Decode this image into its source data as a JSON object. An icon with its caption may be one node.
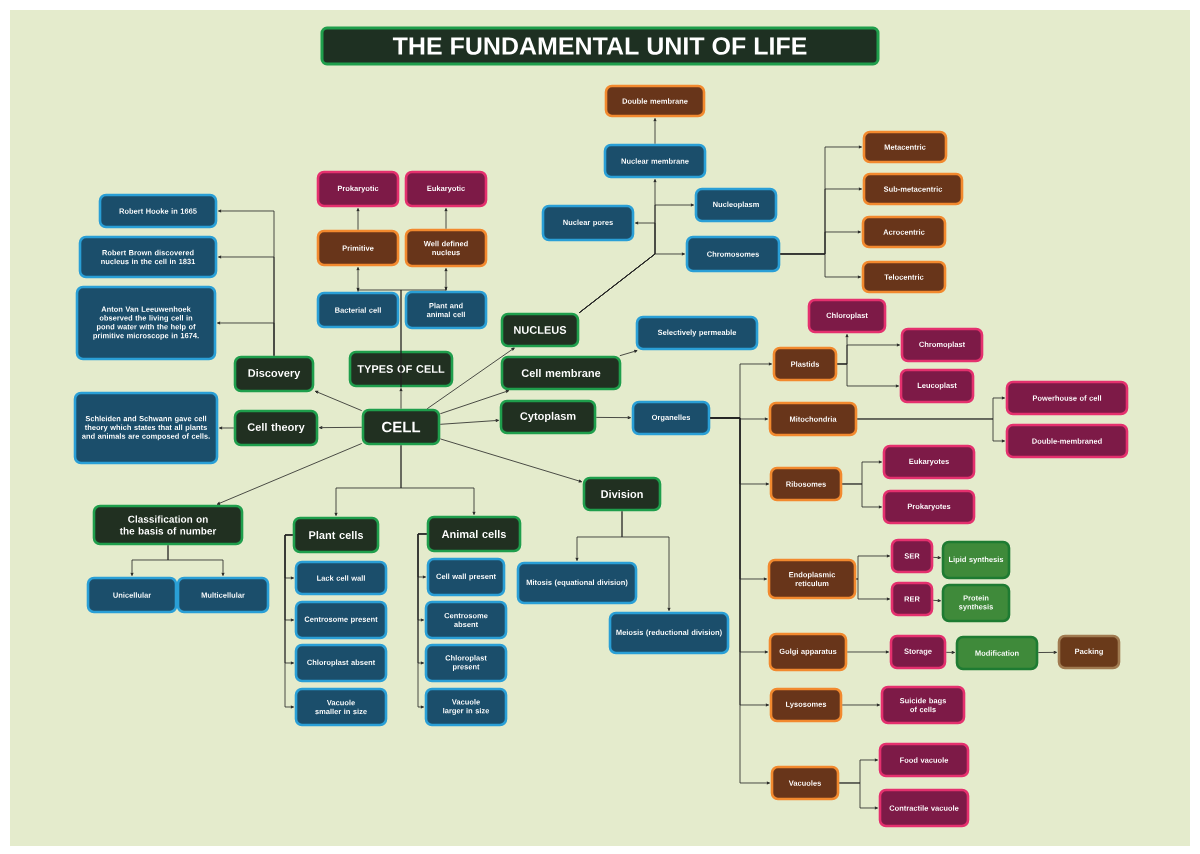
{
  "diagram": {
    "title": "THE FUNDAMENTAL UNIT OF LIFE",
    "nodes": [
      {
        "text": [
          "CELL"
        ]
      },
      {
        "text": [
          "Discovery"
        ]
      },
      {
        "text": [
          "TYPES OF CELL"
        ]
      },
      {
        "text": [
          "Cell theory"
        ]
      },
      {
        "text": [
          "NUCLEUS"
        ]
      },
      {
        "text": [
          "Cell membrane"
        ]
      },
      {
        "text": [
          "Cytoplasm"
        ]
      },
      {
        "text": [
          "Division"
        ]
      },
      {
        "text": [
          "Classification on the basis of number"
        ]
      },
      {
        "text": [
          "Plant cells"
        ]
      },
      {
        "text": [
          "Animal cells"
        ]
      },
      {
        "text": [
          "Robert Hooke in 1665"
        ]
      },
      {
        "text": [
          "Robert Brown discovered nucleus in the cell in 1831"
        ]
      },
      {
        "text": [
          "Anton Van Leeuwenhoek observed the living cell in pond water with the help of primitive microscope in 1674."
        ]
      },
      {
        "text": [
          "Schleiden and Schwann gave cell theory which states that all plants and animals are composed of cells."
        ]
      },
      {
        "text": [
          "Prokaryotic"
        ]
      },
      {
        "text": [
          "Eukaryotic"
        ]
      },
      {
        "text": [
          "Primitive"
        ]
      },
      {
        "text": [
          "Well defined nucleus"
        ]
      },
      {
        "text": [
          "Bacterial cell"
        ]
      },
      {
        "text": [
          "Plant and animal cell"
        ]
      },
      {
        "text": [
          "Double membrane"
        ]
      },
      {
        "text": [
          "Nuclear membrane"
        ]
      },
      {
        "text": [
          "Nucleoplasm"
        ]
      },
      {
        "text": [
          "Nuclear pores"
        ]
      },
      {
        "text": [
          "Chromosomes"
        ]
      },
      {
        "text": [
          "Metacentric"
        ]
      },
      {
        "text": [
          "Sub-metacentric"
        ]
      },
      {
        "text": [
          "Acrocentric"
        ]
      },
      {
        "text": [
          "Telocentric"
        ]
      },
      {
        "text": [
          "Selectively permeable"
        ]
      },
      {
        "text": [
          "Organelles"
        ]
      },
      {
        "text": [
          "Plastids"
        ]
      },
      {
        "text": [
          "Chloroplast"
        ]
      },
      {
        "text": [
          "Chromoplast"
        ]
      },
      {
        "text": [
          "Leucoplast"
        ]
      },
      {
        "text": [
          "Mitochondria"
        ]
      },
      {
        "text": [
          "Powerhouse of cell"
        ]
      },
      {
        "text": [
          "Double-membraned"
        ]
      },
      {
        "text": [
          "Ribosomes"
        ]
      },
      {
        "text": [
          "Eukaryotes"
        ]
      },
      {
        "text": [
          "Prokaryotes"
        ]
      },
      {
        "text": [
          "Mitosis (equational division)"
        ]
      },
      {
        "text": [
          "Meiosis (reductional division)"
        ]
      },
      {
        "text": [
          "Unicellular"
        ]
      },
      {
        "text": [
          "Multicellular"
        ]
      },
      {
        "text": [
          "Lack cell wall"
        ]
      },
      {
        "text": [
          "Centrosome present"
        ]
      },
      {
        "text": [
          "Chloroplast absent"
        ]
      },
      {
        "text": [
          "Vacuole smaller in size"
        ]
      },
      {
        "text": [
          "Cell wall present"
        ]
      },
      {
        "text": [
          "Centrosome absent"
        ]
      },
      {
        "text": [
          "Chloroplast present"
        ]
      },
      {
        "text": [
          "Vacuole larger in size"
        ]
      },
      {
        "text": [
          "Endoplasmic reticulum"
        ]
      },
      {
        "text": [
          "SER"
        ]
      },
      {
        "text": [
          "RER"
        ]
      },
      {
        "text": [
          "Lipid synthesis"
        ]
      },
      {
        "text": [
          "Protein synthesis"
        ]
      },
      {
        "text": [
          "Golgi apparatus"
        ]
      },
      {
        "text": [
          "Storage"
        ]
      },
      {
        "text": [
          "Modification"
        ]
      },
      {
        "text": [
          "Packing"
        ]
      },
      {
        "text": [
          "Lysosomes"
        ]
      },
      {
        "text": [
          "Suicide bags of cells"
        ]
      },
      {
        "text": [
          "Vacuoles"
        ]
      },
      {
        "text": [
          "Food vacuole"
        ]
      },
      {
        "text": [
          "Contractile vacuole"
        ]
      }
    ],
    "edges": [
      {
        "from": 0,
        "to": 1,
        "arrow": "to"
      },
      {
        "from": 0,
        "to": 2,
        "arrow": "to"
      },
      {
        "from": 0,
        "to": 3,
        "arrow": "to"
      },
      {
        "from": 0,
        "to": 4,
        "arrow": "to"
      },
      {
        "from": 0,
        "to": 5,
        "arrow": "to"
      },
      {
        "from": 0,
        "to": 6,
        "arrow": "to"
      },
      {
        "from": 0,
        "to": 7,
        "arrow": "to"
      },
      {
        "from": 0,
        "to": 8,
        "arrow": "to"
      },
      {
        "from": 0,
        "to": 9,
        "arrow": "to"
      },
      {
        "from": 0,
        "to": 10,
        "arrow": "to"
      },
      {
        "from": 1,
        "to": 11,
        "arrow": "to"
      },
      {
        "from": 1,
        "to": 12,
        "arrow": "to"
      },
      {
        "from": 1,
        "to": 13,
        "arrow": "to"
      },
      {
        "from": 3,
        "to": 14,
        "arrow": "to"
      },
      {
        "from": 2,
        "to": 19,
        "arrow": "to"
      },
      {
        "from": 2,
        "to": 20,
        "arrow": "to"
      },
      {
        "from": 19,
        "to": 17,
        "arrow": "to"
      },
      {
        "from": 17,
        "to": 15,
        "arrow": "to"
      },
      {
        "from": 20,
        "to": 18,
        "arrow": "to"
      },
      {
        "from": 18,
        "to": 16,
        "arrow": "to"
      },
      {
        "from": 4,
        "to": 22,
        "arrow": "to"
      },
      {
        "from": 4,
        "to": 23,
        "arrow": "to"
      },
      {
        "from": 4,
        "to": 24,
        "arrow": "to"
      },
      {
        "from": 4,
        "to": 25,
        "arrow": "to"
      },
      {
        "from": 22,
        "to": 21,
        "arrow": "to"
      },
      {
        "from": 25,
        "to": 26,
        "arrow": "to"
      },
      {
        "from": 25,
        "to": 27,
        "arrow": "to"
      },
      {
        "from": 25,
        "to": 28,
        "arrow": "to"
      },
      {
        "from": 25,
        "to": 29,
        "arrow": "to"
      },
      {
        "from": 5,
        "to": 30,
        "arrow": "to"
      },
      {
        "from": 6,
        "to": 31,
        "arrow": "to"
      },
      {
        "from": 31,
        "to": 32,
        "arrow": "to"
      },
      {
        "from": 31,
        "to": 36,
        "arrow": "to"
      },
      {
        "from": 31,
        "to": 39,
        "arrow": "to"
      },
      {
        "from": 31,
        "to": 54,
        "arrow": "to"
      },
      {
        "from": 31,
        "to": 59,
        "arrow": "to"
      },
      {
        "from": 31,
        "to": 63,
        "arrow": "to"
      },
      {
        "from": 31,
        "to": 65,
        "arrow": "to"
      },
      {
        "from": 32,
        "to": 33,
        "arrow": "to"
      },
      {
        "from": 32,
        "to": 34,
        "arrow": "to"
      },
      {
        "from": 32,
        "to": 35,
        "arrow": "to"
      },
      {
        "from": 36,
        "to": 37,
        "arrow": "to"
      },
      {
        "from": 36,
        "to": 38,
        "arrow": "to"
      },
      {
        "from": 39,
        "to": 40,
        "arrow": "to"
      },
      {
        "from": 39,
        "to": 41,
        "arrow": "to"
      },
      {
        "from": 7,
        "to": 42,
        "arrow": "to"
      },
      {
        "from": 7,
        "to": 43,
        "arrow": "to"
      },
      {
        "from": 8,
        "to": 44,
        "arrow": "to"
      },
      {
        "from": 8,
        "to": 45,
        "arrow": "to"
      },
      {
        "from": 9,
        "to": 46,
        "arrow": "to"
      },
      {
        "from": 9,
        "to": 47,
        "arrow": "to"
      },
      {
        "from": 9,
        "to": 48,
        "arrow": "to"
      },
      {
        "from": 9,
        "to": 49,
        "arrow": "to"
      },
      {
        "from": 10,
        "to": 50,
        "arrow": "to"
      },
      {
        "from": 10,
        "to": 51,
        "arrow": "to"
      },
      {
        "from": 10,
        "to": 52,
        "arrow": "to"
      },
      {
        "from": 10,
        "to": 53,
        "arrow": "to"
      },
      {
        "from": 54,
        "to": 55,
        "arrow": "to"
      },
      {
        "from": 54,
        "to": 56,
        "arrow": "to"
      },
      {
        "from": 55,
        "to": 57,
        "arrow": "to"
      },
      {
        "from": 56,
        "to": 58,
        "arrow": "to"
      },
      {
        "from": 59,
        "to": 60,
        "arrow": "to"
      },
      {
        "from": 60,
        "to": 61,
        "arrow": "to"
      },
      {
        "from": 61,
        "to": 62,
        "arrow": "to"
      },
      {
        "from": 63,
        "to": 64,
        "arrow": "to"
      },
      {
        "from": 65,
        "to": 66,
        "arrow": "to"
      },
      {
        "from": 65,
        "to": 67,
        "arrow": "to"
      }
    ]
  }
}
